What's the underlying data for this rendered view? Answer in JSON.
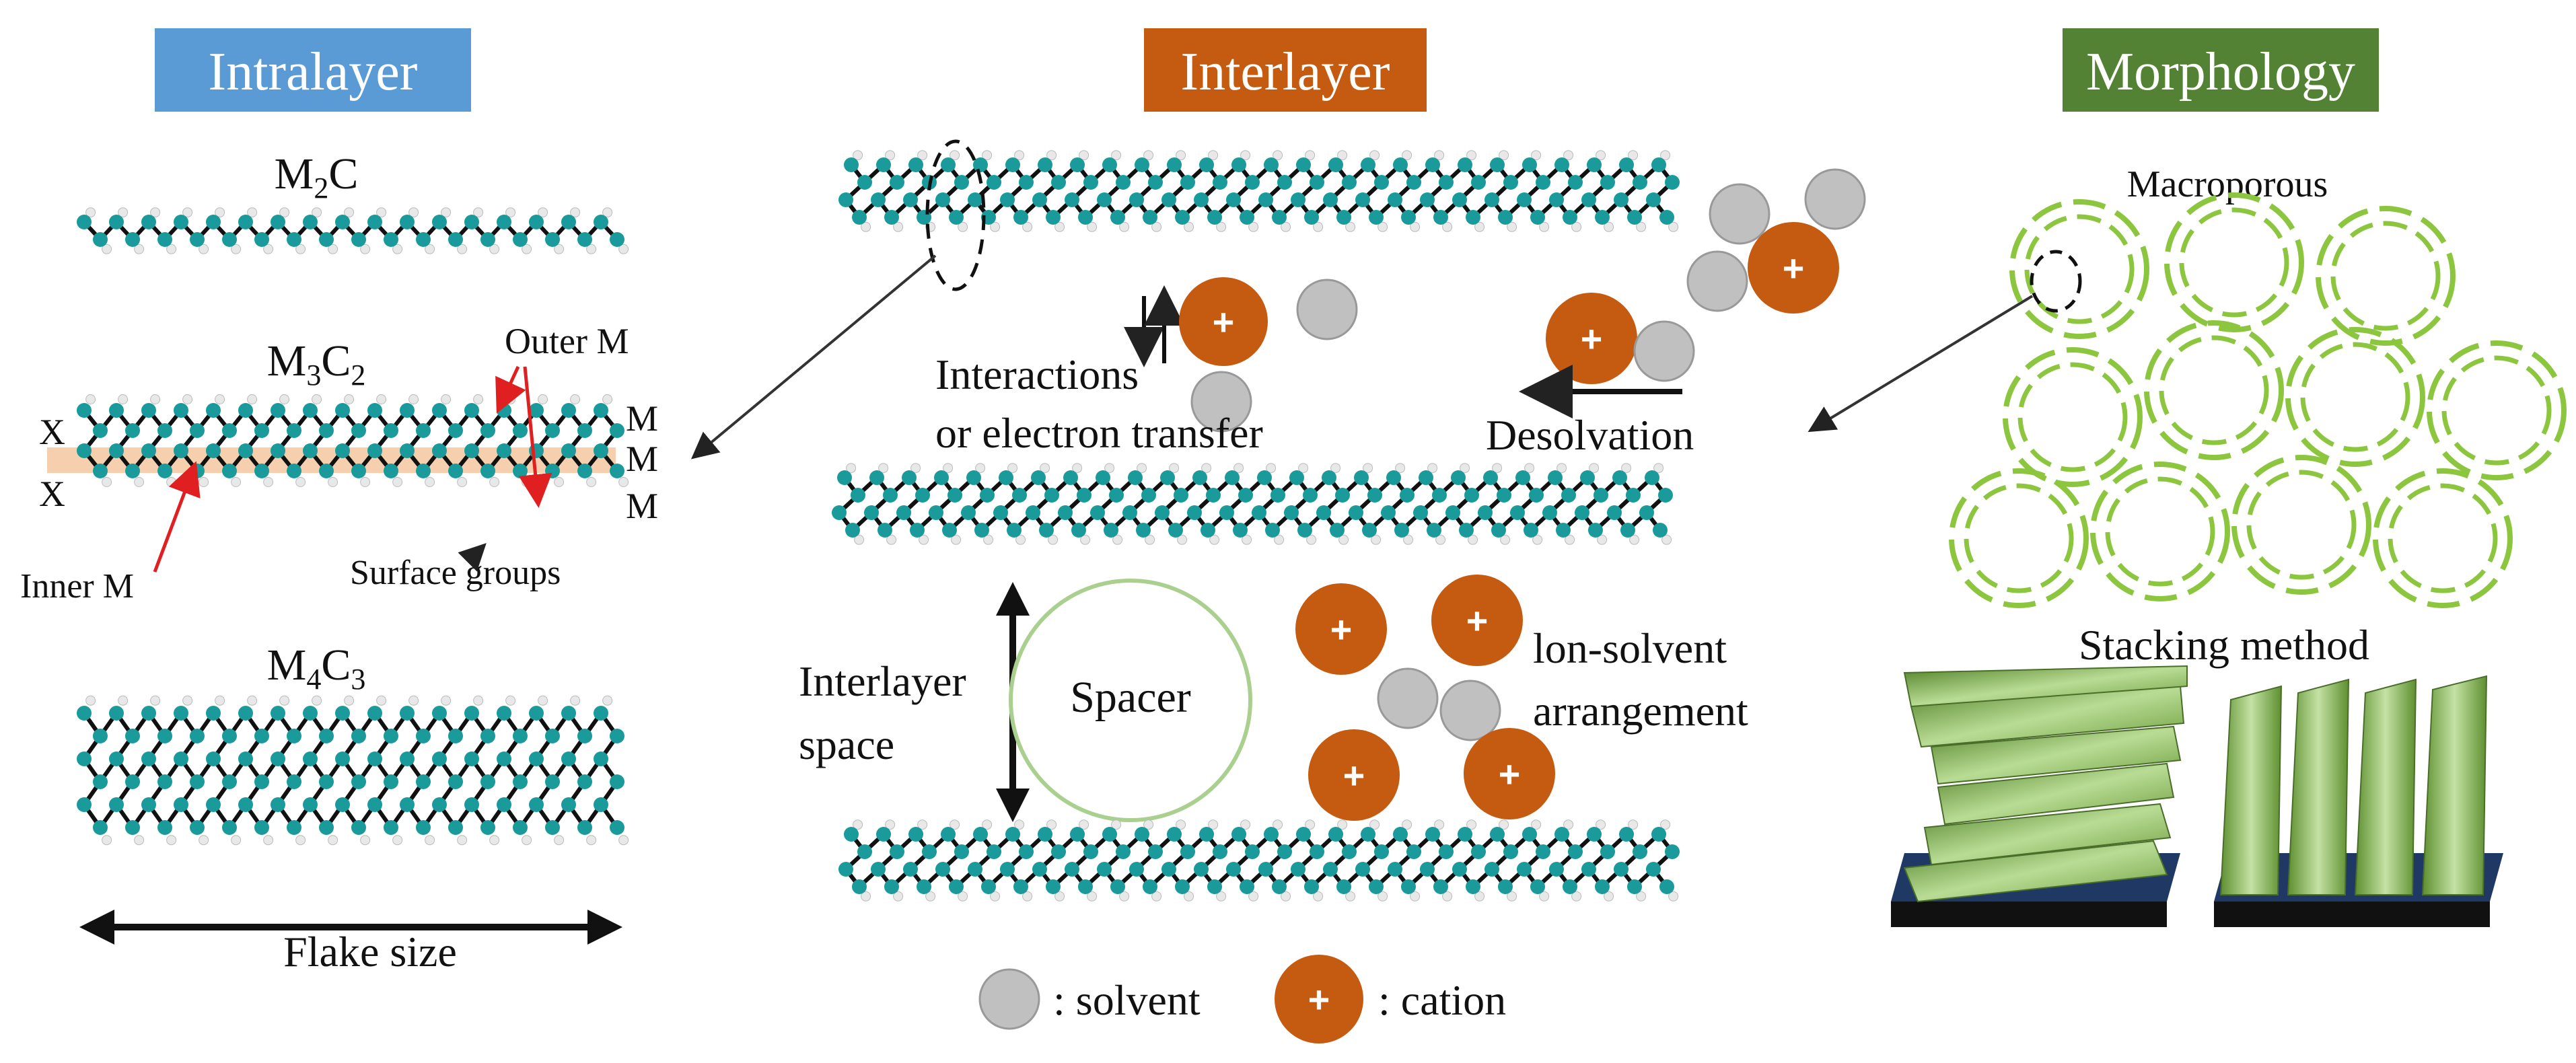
{
  "headers": {
    "intralayer": {
      "label": "Intralayer",
      "color": "#5b9bd5"
    },
    "interlayer": {
      "label": "Interlayer",
      "color": "#c55a11"
    },
    "morphology": {
      "label": "Morphology",
      "color": "#548235"
    }
  },
  "intralayer": {
    "m2c": {
      "base1": "M",
      "sub1": "2",
      "base2": "C",
      "sub2": ""
    },
    "m3c2": {
      "base1": "M",
      "sub1": "3",
      "base2": "C",
      "sub2": "2"
    },
    "m4c3": {
      "base1": "M",
      "sub1": "4",
      "base2": "C",
      "sub2": "3"
    },
    "outer_m": "Outer M",
    "inner_m": "Inner M",
    "surface_groups": "Surface groups",
    "x_label": "X",
    "m_label": "M",
    "flake_size": "Flake size"
  },
  "interlayer": {
    "interactions_line1": "Interactions",
    "interactions_line2": "or electron transfer",
    "desolvation": "Desolvation",
    "interlayer_space_line1": "Interlayer",
    "interlayer_space_line2": "space",
    "spacer": "Spacer",
    "ion_solvent_line1": "lon-solvent",
    "ion_solvent_line2": "arrangement",
    "plus_symbol": "+"
  },
  "morphology": {
    "macroporous": "Macroporous",
    "stacking_method": "Stacking method"
  },
  "legend": {
    "solvent": ": solvent",
    "cation": ": cation"
  },
  "colors": {
    "metal_atom": "#1a9a9a",
    "carbon_bond": "#111111",
    "surface_group": "#e8e8e8",
    "cation": "#c55a11",
    "solvent": "#c0c0c0",
    "pore_ring": "#8cc63f",
    "spacer_ring": "#a9d08e",
    "inner_band": "#f4c7a0",
    "stack_green": "#7fb34a",
    "stack_base": "#1f3864"
  }
}
